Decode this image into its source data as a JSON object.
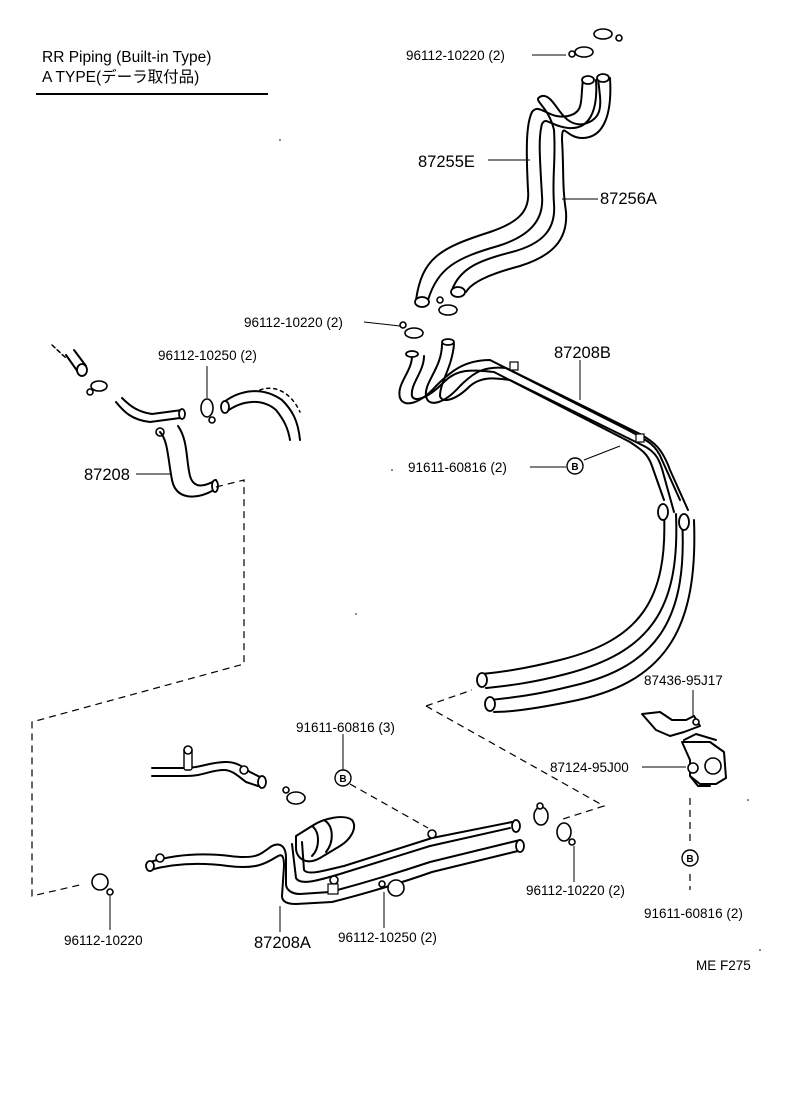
{
  "title": {
    "line1": "RR  Piping (Built-in Type)",
    "line2": "A  TYPE(デーラ取付品)"
  },
  "parts": {
    "p96112_10220_top": "96112-10220 (2)",
    "p87255E": "87255E",
    "p87256A": "87256A",
    "p96112_10220_mid": "96112-10220 (2)",
    "p87208B": "87208B",
    "p96112_10250_left": "96112-10250 (2)",
    "p87208": "87208",
    "p91611_60816_2_mid": "91611-60816 (2)",
    "p87436_95J17": "87436-95J17",
    "p91611_60816_3": "91611-60816 (3)",
    "p87124_95J00": "87124-95J00",
    "p96112_10220_right": "96112-10220 (2)",
    "p91611_60816_2_bot": "91611-60816 (2)",
    "p96112_10220_bot": "96112-10220",
    "p87208A": "87208A",
    "p96112_10250_bot": "96112-10250 (2)"
  },
  "markers": {
    "b": "B"
  },
  "footer": {
    "code": "ME  F275"
  }
}
